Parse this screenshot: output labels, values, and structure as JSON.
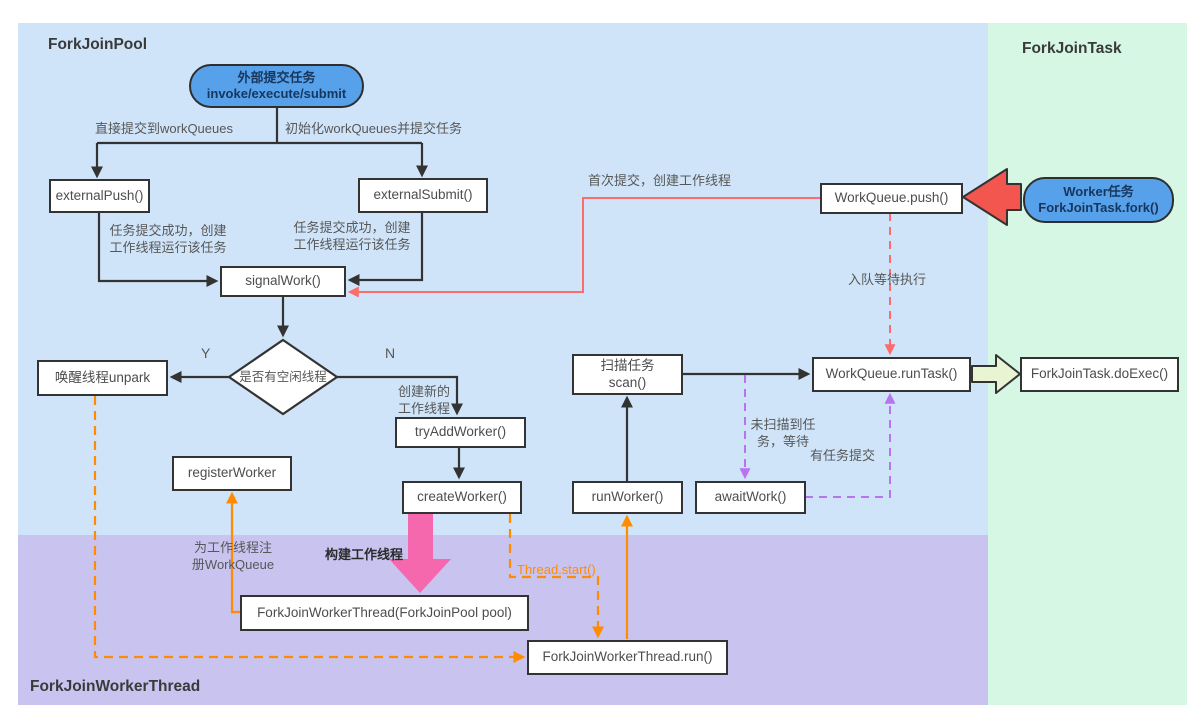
{
  "regions": {
    "forkjoinpool": {
      "title": "ForkJoinPool",
      "bg": "#cfe4f9"
    },
    "forkjointask": {
      "title": "ForkJoinTask",
      "bg": "#d5f7e4"
    },
    "forkjoinworkerthread": {
      "title": "ForkJoinWorkerThread",
      "bg": "#c9c3f0"
    }
  },
  "nodes": {
    "start": {
      "line1": "外部提交任务",
      "line2": "invoke/execute/submit"
    },
    "external_push": {
      "label": "externalPush()"
    },
    "external_submit": {
      "label": "externalSubmit()"
    },
    "signal_work": {
      "label": "signalWork()"
    },
    "unpark": {
      "label": "唤醒线程unpark"
    },
    "idle_decision": {
      "label": "是否有空闲线程"
    },
    "try_add_worker": {
      "label": "tryAddWorker()"
    },
    "create_worker": {
      "label": "createWorker()"
    },
    "register_worker": {
      "label": "registerWorker"
    },
    "scan": {
      "line1": "扫描任务",
      "line2": "scan()"
    },
    "run_worker": {
      "label": "runWorker()"
    },
    "await_work": {
      "label": "awaitWork()"
    },
    "workqueue_push": {
      "label": "WorkQueue.push()"
    },
    "workqueue_runtask": {
      "label": "WorkQueue.runTask()"
    },
    "forkjointask_doexec": {
      "label": "ForkJoinTask.doExec()"
    },
    "fjwt_ctor": {
      "label": "ForkJoinWorkerThread(ForkJoinPool pool)"
    },
    "fjwt_run": {
      "label": "ForkJoinWorkerThread.run()"
    },
    "worker_task": {
      "line1": "Worker任务",
      "line2": "ForkJoinTask.fork()"
    }
  },
  "edge_labels": {
    "direct_submit": "直接提交到workQueues",
    "init_submit": "初始化workQueues并提交任务",
    "push_success_l1": "任务提交成功，创建",
    "push_success_l2": "工作线程运行该任务",
    "submit_success_l1": "任务提交成功，创建",
    "submit_success_l2": "工作线程运行该任务",
    "first_submit": "首次提交，创建工作线程",
    "enqueue_wait": "入队等待执行",
    "yes": "Y",
    "no": "N",
    "create_new_l1": "创建新的",
    "create_new_l2": "工作线程",
    "register_l1": "为工作线程注",
    "register_l2": "册WorkQueue",
    "build_thread": "构建工作线程",
    "thread_start": "Thread.start()",
    "no_task_l1": "未扫描到任",
    "no_task_l2": "务，等待",
    "task_submitted": "有任务提交"
  },
  "colors": {
    "node_border": "#333333",
    "pill_blue": "#57a1ea",
    "block_arrow_red": "#f2564f",
    "block_arrow_green": "#e9f5d2",
    "block_arrow_pink": "#f668ae",
    "line_black": "#333333",
    "line_red": "#ff6b6b",
    "line_orange": "#ff8c00",
    "line_purple": "#b873f0",
    "label_gray": "#575757"
  }
}
